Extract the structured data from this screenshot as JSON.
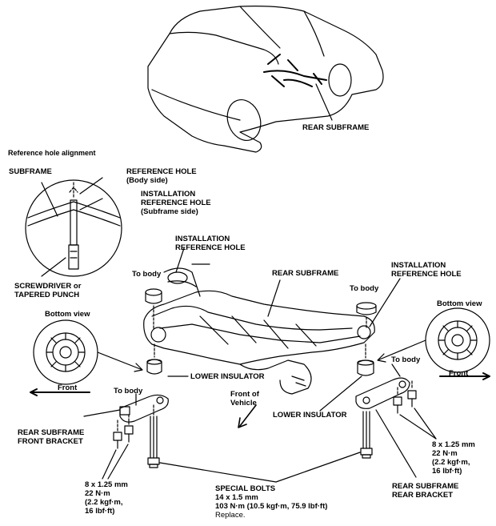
{
  "labels": {
    "rear_subframe_top": "REAR SUBFRAME",
    "ref_hole_alignment": "Reference hole alignment",
    "subframe": "SUBFRAME",
    "reference_hole": "REFERENCE HOLE",
    "reference_hole_side": "(Body side)",
    "installation_ref_hole_1": "INSTALLATION",
    "installation_ref_hole_2": "REFERENCE HOLE",
    "installation_ref_hole_side": "(Subframe side)",
    "screwdriver_1": "SCREWDRIVER or",
    "screwdriver_2": "TAPERED PUNCH",
    "inst_ref_center_1": "INSTALLATION",
    "inst_ref_center_2": "REFERENCE HOLE",
    "inst_ref_right_1": "INSTALLATION",
    "inst_ref_right_2": "REFERENCE HOLE",
    "rear_subframe_center": "REAR SUBFRAME",
    "to_body_left": "To body",
    "to_body_right": "To body",
    "to_body_front_bracket": "To body",
    "to_body_rear_bracket": "To body",
    "bottom_view_left": "Bottom view",
    "bottom_view_right": "Bottom view",
    "front_left": "Front",
    "front_right": "Front",
    "lower_insulator_left": "LOWER INSULATOR",
    "lower_insulator_right": "LOWER INSULATOR",
    "front_of_vehicle_1": "Front of",
    "front_of_vehicle_2": "Vehicle",
    "front_bracket_1": "REAR SUBFRAME",
    "front_bracket_2": "FRONT BRACKET",
    "rear_bracket_1": "REAR SUBFRAME",
    "rear_bracket_2": "REAR BRACKET",
    "spec_left": [
      "8 x 1.25 mm",
      "22 N·m",
      "(2.2 kgf·m,",
      "16 lbf·ft)"
    ],
    "spec_right": [
      "8 x 1.25 mm",
      "22 N·m",
      "(2.2 kgf·m,",
      "16 lbf·ft)"
    ],
    "special_bolts": [
      "SPECIAL BOLTS",
      "14 x 1.5 mm",
      "103 N·m (10.5 kgf·m, 75.9 lbf·ft)"
    ],
    "replace": "Replace."
  }
}
